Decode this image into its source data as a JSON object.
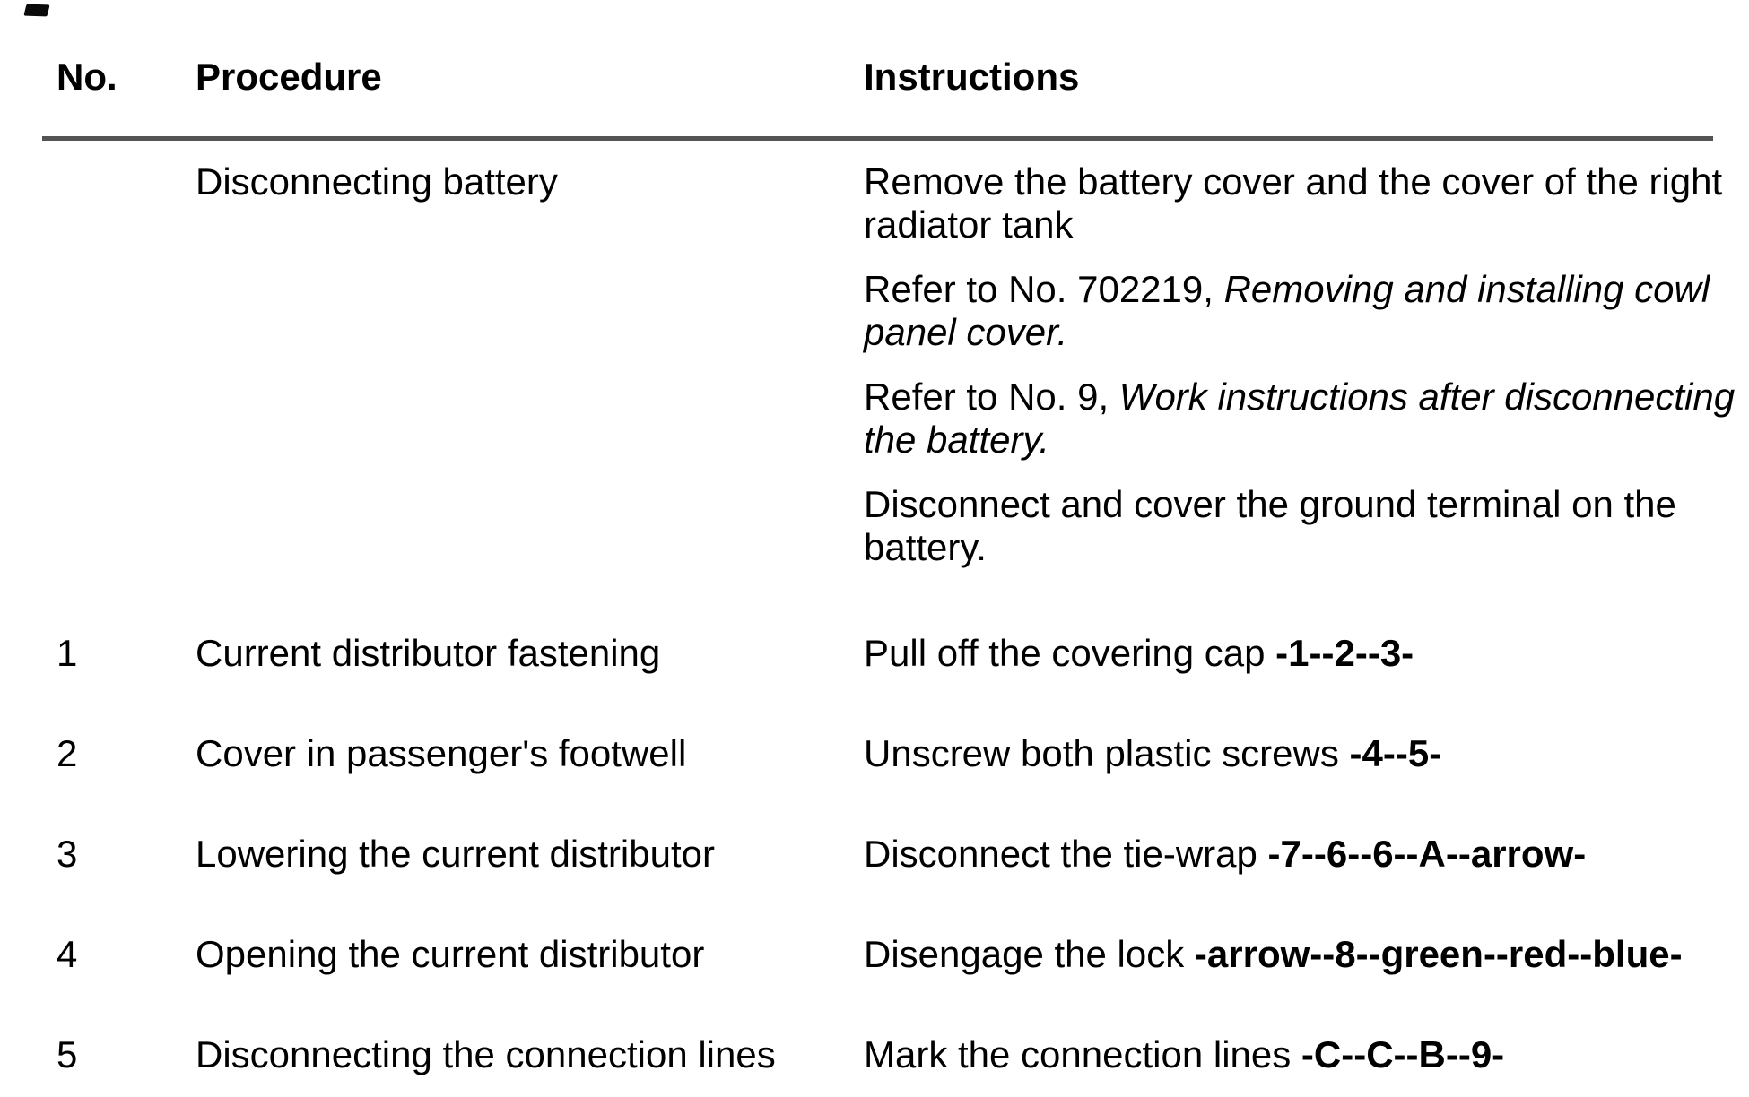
{
  "page": {
    "colors": {
      "text": "#000000",
      "rule": "#545454"
    },
    "headers": {
      "no": "No.",
      "procedure": "Procedure",
      "instructions": "Instructions"
    },
    "rows": [
      {
        "no": "",
        "procedure": "Disconnecting battery",
        "instructions": [
          [
            {
              "text": "Remove the battery cover and the cover of the right radiator tank"
            }
          ],
          [
            {
              "text": "Refer to No. 702219, "
            },
            {
              "text": "Removing and installing cowl panel cover.",
              "style": "italic"
            }
          ],
          [
            {
              "text": "Refer to No. 9, "
            },
            {
              "text": "Work instructions after disconnecting the battery.",
              "style": "italic"
            }
          ],
          [
            {
              "text": "Disconnect and cover the ground terminal on the battery."
            }
          ]
        ]
      },
      {
        "no": "1",
        "procedure": "Current distributor fastening",
        "instructions": [
          [
            {
              "text": "Pull off the covering cap "
            },
            {
              "text": "-1--2--3-",
              "style": "bold"
            }
          ]
        ]
      },
      {
        "no": "2",
        "procedure": "Cover in passenger's footwell",
        "instructions": [
          [
            {
              "text": "Unscrew both plastic screws "
            },
            {
              "text": "-4--5-",
              "style": "bold"
            }
          ]
        ]
      },
      {
        "no": "3",
        "procedure": "Lowering the current distributor",
        "instructions": [
          [
            {
              "text": "Disconnect the tie-wrap "
            },
            {
              "text": "-7--6--6--A--arrow-",
              "style": "bold"
            }
          ]
        ]
      },
      {
        "no": "4",
        "procedure": "Opening the current distributor",
        "instructions": [
          [
            {
              "text": "Disengage the lock "
            },
            {
              "text": "-arrow--8--green--red--blue-",
              "style": "bold"
            }
          ]
        ]
      },
      {
        "no": "5",
        "procedure": "Disconnecting the connection lines",
        "instructions": [
          [
            {
              "text": "Mark the connection lines "
            },
            {
              "text": "-C--C--B--9-",
              "style": "bold"
            }
          ]
        ]
      }
    ]
  }
}
